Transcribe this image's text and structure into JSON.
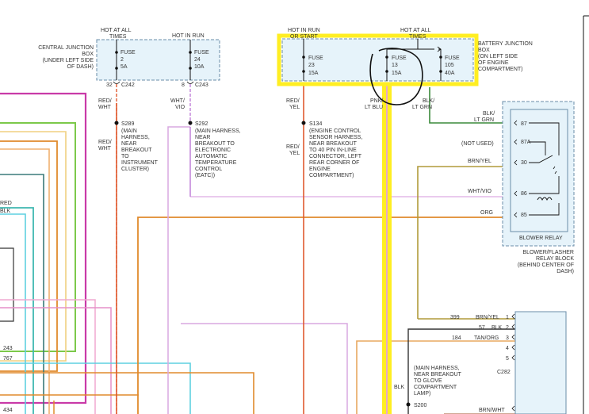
{
  "colors": {
    "highlight_yellow": "#ffee22",
    "box_fill": "#e6f3fa",
    "box_border": "#6a8da8",
    "wire_red": "#e05a30",
    "wire_orange": "#e08a2c",
    "wire_pink": "#e68fc8",
    "wire_magenta": "#c93aa8",
    "wire_green": "#7cc94a",
    "wire_teal": "#3fb8b0",
    "wire_cyan": "#5fd0e0",
    "wire_olive": "#b09a3a",
    "wire_darkgreen": "#3a8a3a",
    "wire_tan": "#e8a860",
    "wire_blue": "#2a4a8a",
    "wire_lavender": "#d8a8e0",
    "wire_black": "#222222",
    "ink": "#111111"
  },
  "central_junction": {
    "title_lines": [
      "CENTRAL JUNCTION",
      "BOX",
      "(UNDER LEFT SIDE",
      "OF DASH)"
    ],
    "fuse2": {
      "header": [
        "HOT AT ALL",
        "TIMES"
      ],
      "lines": [
        "FUSE",
        "2",
        "5A"
      ],
      "pin": "32",
      "connector": "C242"
    },
    "fuse24": {
      "header": [
        "HOT IN RUN"
      ],
      "lines": [
        "FUSE",
        "24",
        "10A"
      ],
      "pin": "8",
      "connector": "C243"
    }
  },
  "battery_junction": {
    "title_lines": [
      "BATTERY JUNCTION",
      "BOX",
      "(ON LEFT SIDE",
      "OF ENGINE",
      "COMPARTMENT)"
    ],
    "header_left": [
      "HOT IN RUN",
      "OR START"
    ],
    "header_right": [
      "HOT AT ALL",
      "TIMES"
    ],
    "fuse23": [
      "FUSE",
      "23",
      "15A"
    ],
    "fuse13": [
      "FUSE",
      "13",
      "15A"
    ],
    "fuse105": [
      "FUSE",
      "105",
      "40A"
    ]
  },
  "wires": {
    "fuse2_color": [
      "RED/",
      "WHT"
    ],
    "fuse24_color": [
      "WHT/",
      "VIO"
    ],
    "fuse23_color": [
      "RED/",
      "YEL"
    ],
    "fuse13_color": [
      "PNK/",
      "LT BLU"
    ],
    "fuse105_color": [
      "BLK/",
      "LT GRN"
    ],
    "s289_out": [
      "RED/",
      "WHT"
    ],
    "s134_out": [
      "RED/",
      "YEL"
    ],
    "left_red": "RED",
    "left_blk": "BLK",
    "circuit_243": "243",
    "circuit_767": "767",
    "circuit_434": "434",
    "s200_blk": "BLK"
  },
  "splices": {
    "s289": {
      "id": "S289",
      "lines": [
        "(MAIN",
        "HARNESS,",
        "NEAR",
        "BREAKOUT",
        "TO",
        "INSTRUMENT",
        "CLUSTER)"
      ]
    },
    "s292": {
      "id": "S292",
      "lines": [
        "(MAIN HARNESS,",
        "NEAR",
        "BREAKOUT TO",
        "ELECTRONIC",
        "AUTOMATIC",
        "TEMPERATURE",
        "CONTROL",
        "(EATC))"
      ]
    },
    "s134": {
      "id": "S134",
      "lines": [
        "(ENGINE CONTROL",
        "SENSOR HARNESS,",
        "NEAR BREAKOUT",
        "TO 40 PIN IN-LINE",
        "CONNECTOR, LEFT",
        "REAR CORNER OF",
        "ENGINE",
        "COMPARTMENT)"
      ]
    },
    "s200": {
      "id": "S200",
      "lines": [
        "(MAIN HARNESS,",
        "NEAR BREAKOUT",
        "TO GLOVE",
        "COMPARTMENT",
        "LAMP)"
      ]
    }
  },
  "blower_relay": {
    "title": "BLOWER RELAY",
    "block_lines": [
      "BLOWER/FLASHER",
      "RELAY BLOCK",
      "(BEHIND CENTER OF",
      "DASH)"
    ],
    "pins": [
      {
        "pin": "87",
        "wire": "BLK/",
        "wire2": "LT GRN"
      },
      {
        "pin": "87A",
        "wire": "(NOT USED)",
        "wire2": ""
      },
      {
        "pin": "30",
        "wire": "BRN/YEL",
        "wire2": ""
      },
      {
        "pin": "86",
        "wire": "WHT/VIO",
        "wire2": ""
      },
      {
        "pin": "85",
        "wire": "ORG",
        "wire2": ""
      }
    ]
  },
  "connector_c282": {
    "id": "C282",
    "rows": [
      {
        "circuit": "399",
        "color": "BRN/YEL",
        "pin": "1"
      },
      {
        "circuit": "57",
        "color": "BLK",
        "pin": "2"
      },
      {
        "circuit": "184",
        "color": "TAN/ORG",
        "pin": "3"
      },
      {
        "circuit": "",
        "color": "",
        "pin": "4"
      },
      {
        "circuit": "",
        "color": "",
        "pin": "5"
      }
    ],
    "bottom_wire": "BRN/WHT"
  }
}
